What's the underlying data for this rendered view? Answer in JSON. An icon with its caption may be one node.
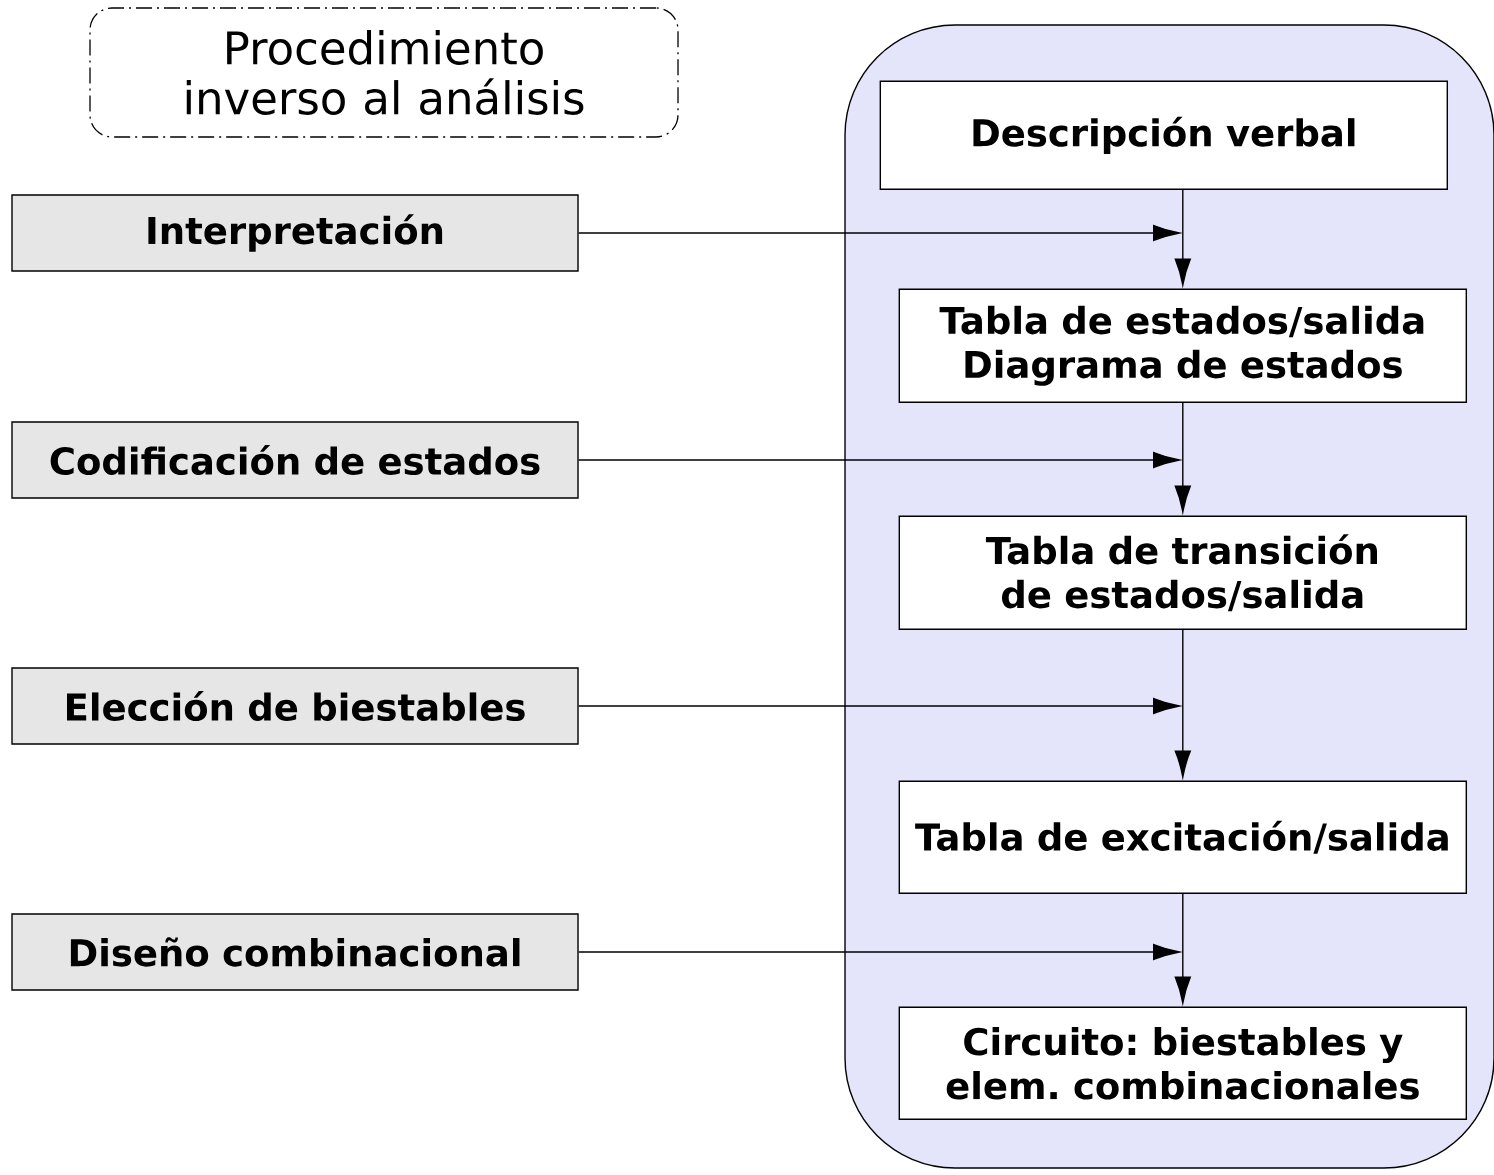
{
  "diagram": {
    "nodes": [
      {
        "text": [
          "Procedimiento inverso al análisis"
        ]
      },
      {
        "text": [],
        "shape": "box"
      },
      {
        "text": [
          "Descripción verbal"
        ],
        "in": 1
      },
      {
        "text": [
          "Tabla de estados/salida Diagrama de estados"
        ],
        "in": 1
      },
      {
        "text": [
          "Tabla de transición de estados/salida"
        ],
        "in": 1
      },
      {
        "text": [
          "Tabla de excitación/salida"
        ],
        "in": 1
      },
      {
        "text": [
          "Circuito: biestables y elem. combinacionales"
        ],
        "in": 1
      },
      {
        "text": [
          "Interpretación"
        ]
      },
      {
        "text": [
          "Codificación de estados"
        ]
      },
      {
        "text": [
          "Elección de biestables"
        ]
      },
      {
        "text": [
          "Diseño combinacional"
        ]
      }
    ],
    "edges": [
      {
        "from": 2,
        "to": 3,
        "arrow": "to"
      },
      {
        "from": 3,
        "to": 4,
        "arrow": "to"
      },
      {
        "from": 4,
        "to": 5,
        "arrow": "to"
      },
      {
        "from": 5,
        "to": 6,
        "arrow": "to"
      },
      {
        "from": 7,
        "to": null,
        "arrow": "to"
      },
      {
        "from": 8,
        "to": null,
        "arrow": "to"
      },
      {
        "from": 9,
        "to": null,
        "arrow": "to"
      },
      {
        "from": 10,
        "to": null,
        "arrow": "to"
      }
    ]
  }
}
